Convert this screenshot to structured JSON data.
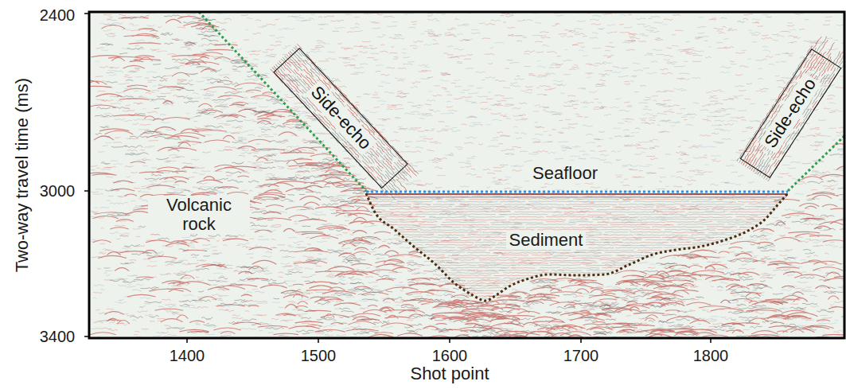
{
  "diagram": {
    "nodes": [
      {
        "text": [
          "Side-echo"
        ]
      },
      {
        "text": [
          "Side-echo"
        ]
      }
    ],
    "labels": [
      "2400",
      "3000",
      "3400",
      "Two-way travel time (ms)",
      "Volcanic rock",
      "Seafloor",
      "Sediment",
      "1400",
      "1500",
      "1600",
      "1700",
      "1800",
      "Shot point"
    ]
  }
}
